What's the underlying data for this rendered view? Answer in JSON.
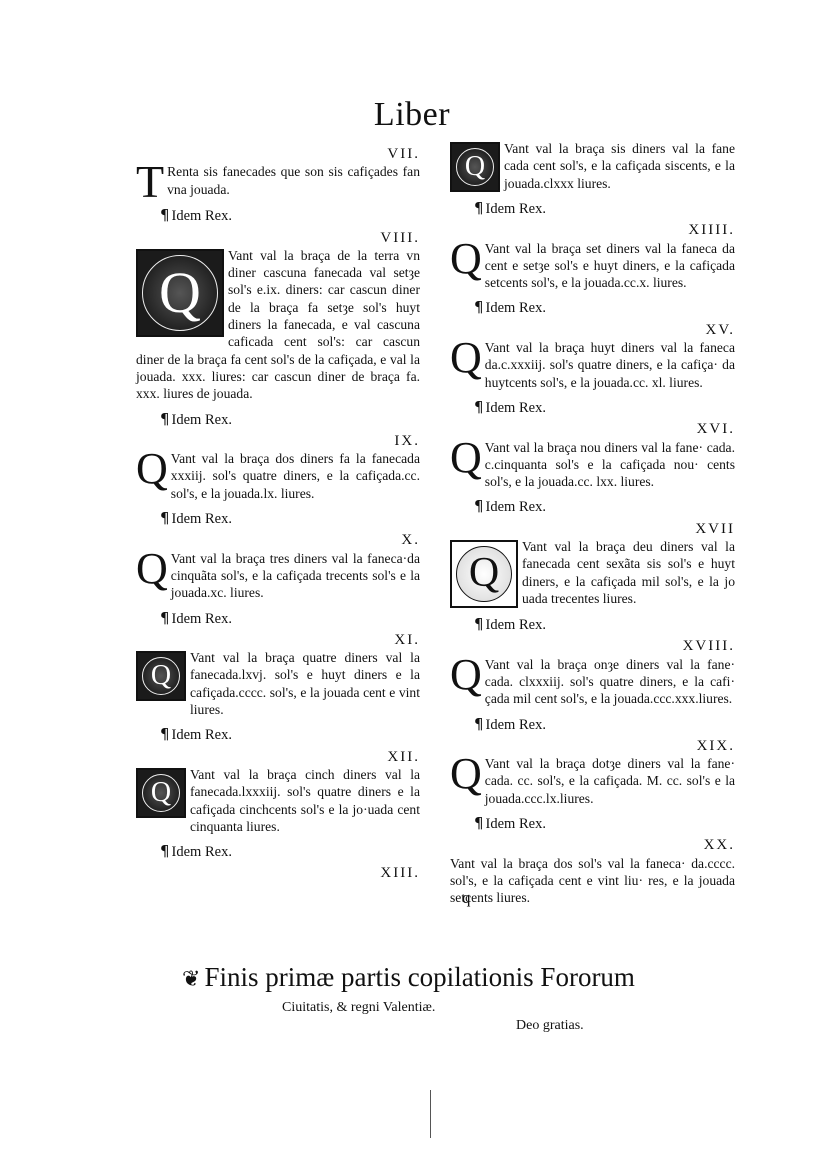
{
  "page": {
    "title": "Liber",
    "left_column": [
      {
        "num": "VII.",
        "initial": "T",
        "cap_style": "plain",
        "text": "Renta sis fanecades que son sis cafiçades fan vna jouada."
      },
      {
        "idem": "Idem Rex."
      },
      {
        "num": "VIII.",
        "initial": "Q",
        "cap_style": "box-large",
        "text": "Vant val la braça de la terra vn diner cascuna fanecada val setȝe sol's e.ix. diners: car cascun diner de la braça fa setȝe sol's huyt diners la fanecada, e val cascuna caficada cent sol's: car cascun diner de la braça fa cent sol's de la cafiçada, e val la jouada. xxx. liures: car cascun diner de braça fa. xxx. liures de jouada."
      },
      {
        "idem": "Idem Rex."
      },
      {
        "num": "IX.",
        "initial": "Q",
        "cap_style": "plain",
        "text": "Vant val la braça dos diners fa la fanecada xxxiij. sol's quatre diners, e la cafiçada.cc. sol's, e la jouada.lx. liures."
      },
      {
        "idem": "Idem Rex."
      },
      {
        "num": "X.",
        "initial": "Q",
        "cap_style": "plain",
        "text": "Vant val la braça tres diners val la faneca·da cinquãta sol's, e la cafiçada trecents sol's e la jouada.xc. liures."
      },
      {
        "idem": "Idem Rex."
      },
      {
        "num": "XI.",
        "initial": "Q",
        "cap_style": "box-small",
        "text": "Vant val la braça quatre diners val la fanecada.lxvj. sol's e huyt diners e la cafiçada.cccc. sol's, e la jouada cent e vint liures."
      },
      {
        "idem": "Idem Rex."
      },
      {
        "num": "XII.",
        "initial": "Q",
        "cap_style": "box-small",
        "text": "Vant val la braça cinch diners val la fanecada.lxxxiij. sol's quatre diners e la cafiçada cinchcents sol's e la jo·uada cent cinquanta liures."
      },
      {
        "idem": "Idem Rex."
      },
      {
        "num": "XIII."
      }
    ],
    "right_column": [
      {
        "initial": "Q",
        "cap_style": "box-small",
        "text": "Vant val la braça sis diners val la fane cada cent sol's, e la cafiçada siscents, e la jouada.clxxx liures."
      },
      {
        "idem": "Idem Rex."
      },
      {
        "num": "XIIII.",
        "initial": "Q",
        "cap_style": "plain",
        "text": "Vant val la braça set diners val la faneca da cent e setȝe sol's e huyt diners, e la cafiçada setcents sol's, e la jouada.cc.x. liures."
      },
      {
        "idem": "Idem Rex."
      },
      {
        "num": "XV.",
        "initial": "Q",
        "cap_style": "plain",
        "text": "Vant val la braça huyt diners val la faneca da.c.xxxiij. sol's quatre diners, e la cafiça· da huytcents sol's, e la jouada.cc. xl. liures."
      },
      {
        "idem": "Idem Rex."
      },
      {
        "num": "XVI.",
        "initial": "Q",
        "cap_style": "plain",
        "text": "Vant val la braça nou diners val la fane· cada. c.cinquanta sol's e la cafiçada nou· cents sol's, e la jouada.cc. lxx. liures."
      },
      {
        "idem": "Idem Rex."
      },
      {
        "num": "XVII",
        "initial": "Q",
        "cap_style": "box-light",
        "text": "Vant val la braça deu diners val la fanecada cent sexãta sis sol's e huyt diners, e la cafiçada mil sol's, e la jo uada trecentes liures."
      },
      {
        "idem": "Idem Rex."
      },
      {
        "num": "XVIII.",
        "initial": "Q",
        "cap_style": "plain",
        "text": "Vant val la braça onȝe diners val la fane· cada. clxxxiij. sol's quatre diners, e la cafi· çada mil cent sol's, e la jouada.ccc.xxx.liures."
      },
      {
        "idem": "Idem Rex."
      },
      {
        "num": "XIX.",
        "initial": "Q",
        "cap_style": "plain",
        "text": "Vant val la braça dotȝe diners val la fane· cada. cc. sol's, e la cafiçada. M. cc. sol's e la jouada.ccc.lx.liures."
      },
      {
        "idem": "Idem Rex."
      },
      {
        "num": "XX.",
        "initial": "",
        "cap_style": "none",
        "text": "Vant val la braça dos sol's val la faneca· da.cccc. sol's, e la cafiçada cent e vint liu· res, e la jouada setcents liures."
      }
    ],
    "margin_letter": "q",
    "colophon": {
      "ornament": "❦",
      "line1": "Finis primæ partis copilationis Fororum",
      "line2": "Ciuitatis, & regni Valentiæ.",
      "line3": "Deo gratias."
    },
    "pilcrow": "¶"
  }
}
